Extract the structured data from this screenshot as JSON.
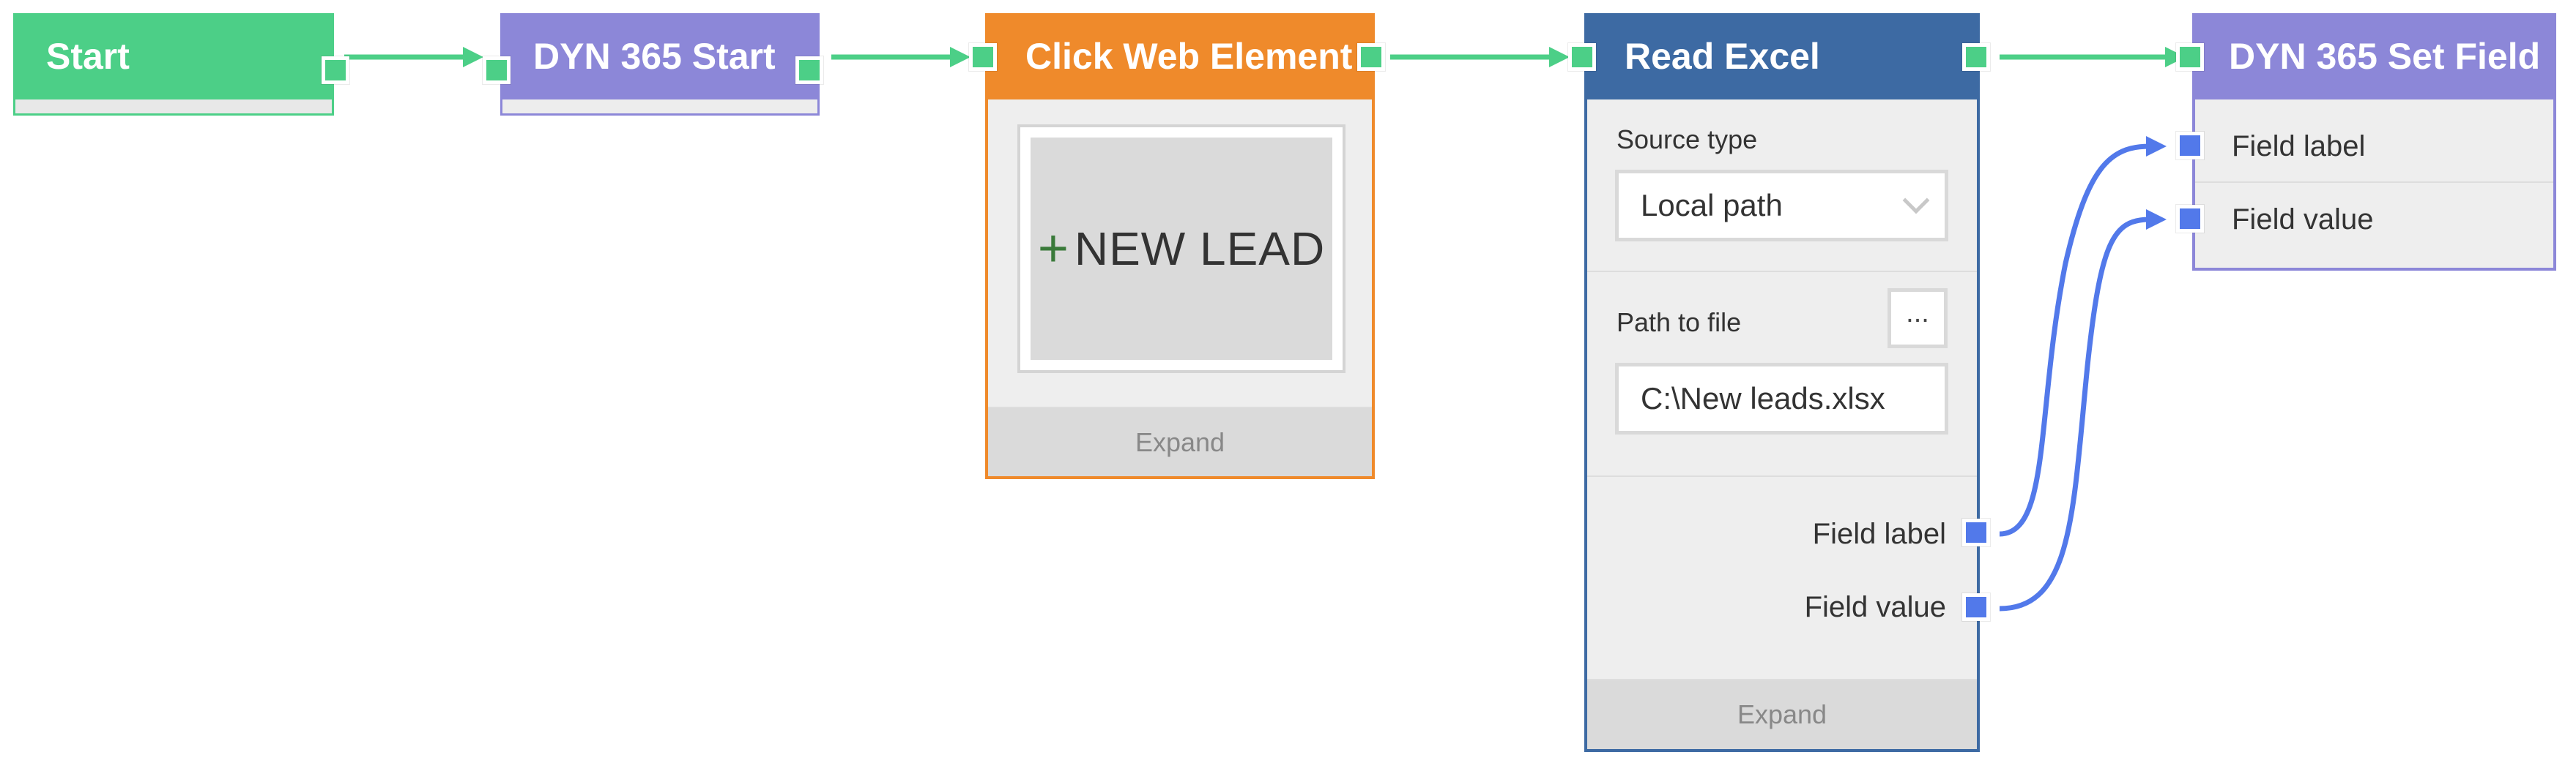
{
  "nodes": {
    "start": {
      "title": "Start",
      "color": "#4ccf87"
    },
    "dyn_start": {
      "title": "DYN 365 Start",
      "color": "#8c87d8"
    },
    "click": {
      "title": "Click Web Element",
      "color": "#ef8a2b",
      "preview_icon": "plus-icon",
      "preview_text": "NEW LEAD",
      "expand_label": "Expand"
    },
    "read_excel": {
      "title": "Read Excel",
      "color": "#3d6aa3",
      "source_type_label": "Source type",
      "source_type_value": "Local path",
      "path_label": "Path to file",
      "browse_label": "...",
      "path_value": "C:\\New leads.xlsx",
      "outputs": [
        "Field label",
        "Field value"
      ],
      "expand_label": "Expand"
    },
    "set_field": {
      "title": "DYN 365 Set Field",
      "color": "#8c87d8",
      "inputs": [
        "Field label",
        "Field value"
      ]
    }
  },
  "colors": {
    "flow_wire": "#4ccf87",
    "data_wire": "#5279ea",
    "port_data": "#5279ea"
  }
}
